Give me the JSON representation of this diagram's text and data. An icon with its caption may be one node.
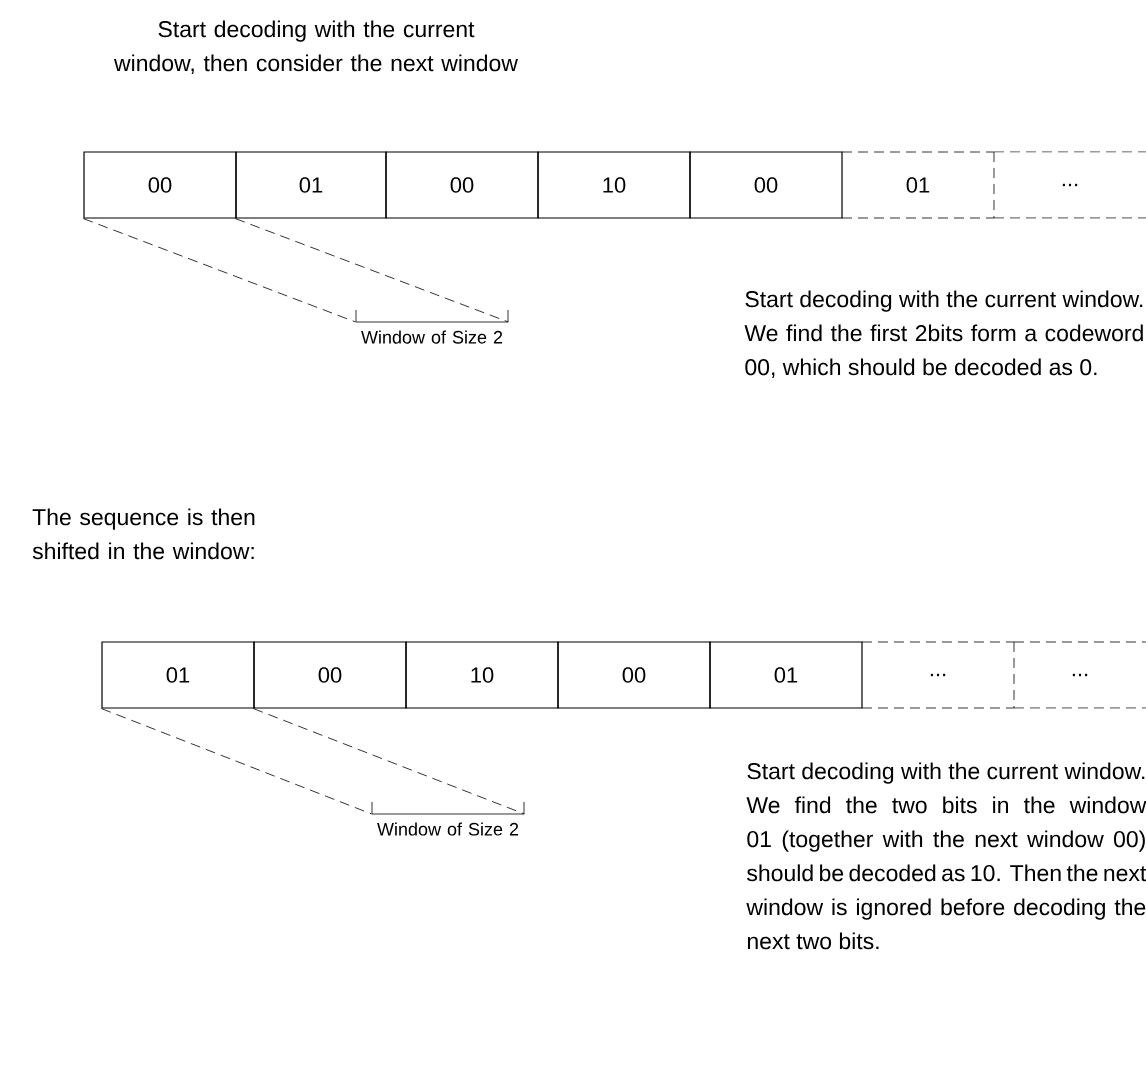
{
  "diagram": {
    "nodes": [
      {
        "text": [
          "00"
        ]
      },
      {
        "text": [
          "01"
        ]
      },
      {
        "text": [
          "00"
        ]
      },
      {
        "text": [
          "10"
        ]
      },
      {
        "text": [
          "00"
        ]
      },
      {
        "text": [
          "01"
        ]
      },
      {
        "text": [
          "..."
        ]
      },
      {
        "text": [
          "Window of Size 2"
        ]
      },
      {
        "text": [
          "01"
        ]
      },
      {
        "text": [
          "00"
        ]
      },
      {
        "text": [
          "10"
        ]
      },
      {
        "text": [
          "00"
        ]
      },
      {
        "text": [
          "01"
        ]
      },
      {
        "text": [
          "..."
        ]
      },
      {
        "text": [
          "..."
        ]
      },
      {
        "text": [
          "Window of Size 2"
        ]
      }
    ],
    "edges": [
      {
        "from": 0,
        "to": 7,
        "arrow": "none",
        "style": "dashed"
      },
      {
        "from": 1,
        "to": 7,
        "arrow": "none",
        "style": "dashed"
      },
      {
        "from": 8,
        "to": 15,
        "arrow": "none",
        "style": "dashed"
      },
      {
        "from": 9,
        "to": 15,
        "arrow": "none",
        "style": "dashed"
      }
    ],
    "labels": [
      "Start decoding with the current window, then consider the next window",
      "Start decoding with the current window. We find the first 2bits form a codeword 00, which should be decoded as 0.",
      "The sequence is then shifted in the window:",
      "Start decoding with the current window. We find the two bits in the window 01 (together with the next window 00) should be decoded as 10. Then the next window is ignored before decoding the next two bits."
    ]
  }
}
